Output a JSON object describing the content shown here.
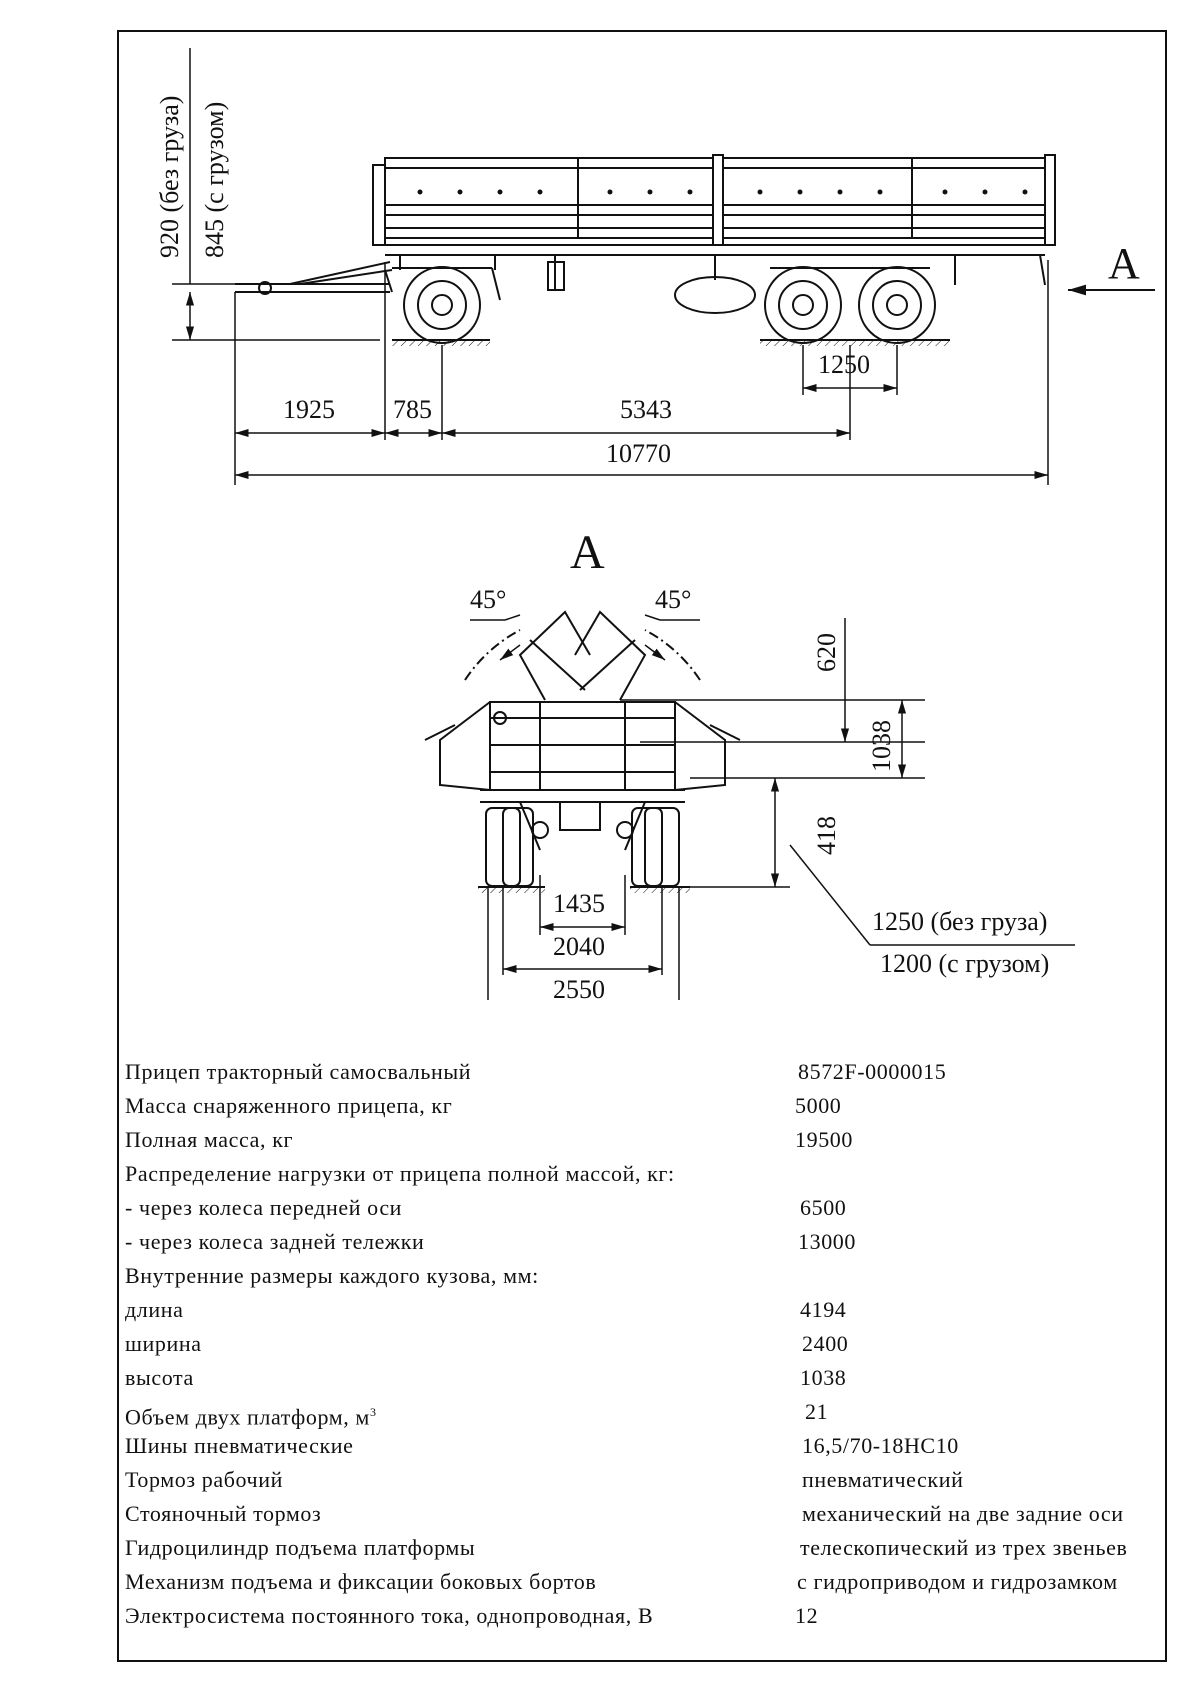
{
  "drawing": {
    "side_view": {
      "view_marker": "A",
      "height_unloaded": "920 (без груза)",
      "height_loaded": "845 (с грузом)",
      "dim_drawbar": "1925",
      "dim_front_overhang": "785",
      "dim_wheelbase": "5343",
      "dim_bogie_base": "1250",
      "dim_total_length": "10770"
    },
    "rear_view": {
      "title": "A",
      "angle_left": "45°",
      "angle_right": "45°",
      "dim_620": "620",
      "dim_1038": "1038",
      "dim_418": "418",
      "track_1435": "1435",
      "track_2040": "2040",
      "width_2550": "2550",
      "platform_height_unloaded": "1250 (без груза)",
      "platform_height_loaded": "1200 (с грузом)"
    }
  },
  "specs": [
    {
      "label": "Прицеп тракторный самосвальный",
      "value": "8572F-0000015"
    },
    {
      "label": "Масса снаряженного прицепа, кг",
      "value": "5000"
    },
    {
      "label": "Полная масса, кг",
      "value": "19500"
    },
    {
      "label": "Распределение нагрузки от прицепа полной массой, кг:",
      "value": ""
    },
    {
      "label": "- через колеса передней оси",
      "value": "6500"
    },
    {
      "label": "- через колеса задней тележки",
      "value": "13000"
    },
    {
      "label": "Внутренние размеры каждого кузова, мм:",
      "value": ""
    },
    {
      "label": "длина",
      "value": "4194"
    },
    {
      "label": "ширина",
      "value": "2400"
    },
    {
      "label": "высота",
      "value": "1038"
    },
    {
      "label": "Объем двух платформ, м",
      "sup": "3",
      "value": "21"
    },
    {
      "label": "Шины пневматические",
      "value": "16,5/70-18НС10"
    },
    {
      "label": "Тормоз рабочий",
      "value": "пневматический"
    },
    {
      "label": "Стояночный тормоз",
      "value": "механический на две задние оси"
    },
    {
      "label": "Гидроцилиндр подъема платформы",
      "value": "телескопический из трех звеньев"
    },
    {
      "label": "Механизм подъема и фиксации боковых бортов",
      "value": "с гидроприводом и гидрозамком"
    },
    {
      "label": "Электросистема постоянного тока, однопроводная, В",
      "value": "12"
    }
  ]
}
